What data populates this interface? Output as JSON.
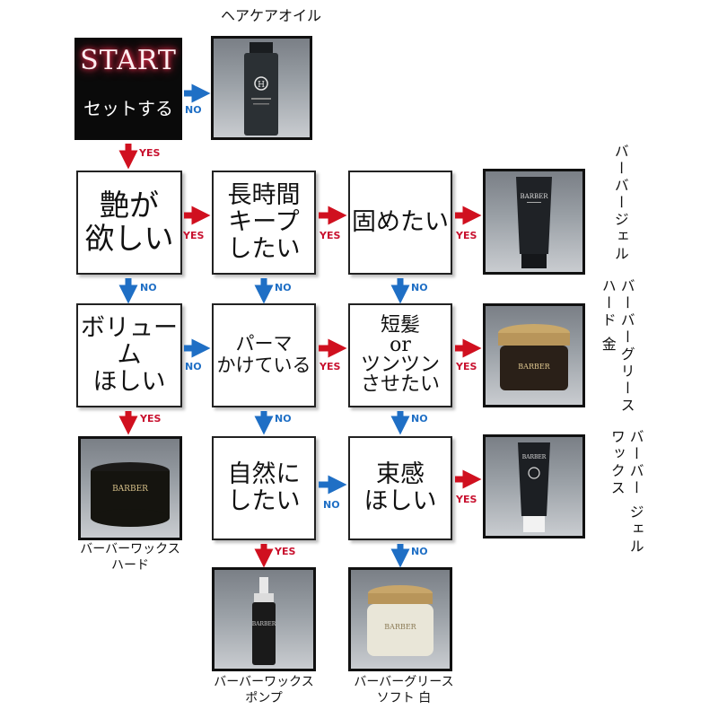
{
  "colors": {
    "yes": "#d0101f",
    "no": "#1f6fc5",
    "start_bg": "#0a0a0a"
  },
  "start": {
    "title": "START",
    "subtitle": "セットする"
  },
  "questions": {
    "q1": "艶が\n欲しい",
    "q2": "長時間\nキープ\nしたい",
    "q3": "固めたい",
    "q4": "ボリューム\nほしい",
    "q5": "パーマ\nかけている",
    "q6": "短髪\nor\nツンツン\nさせたい",
    "q7": "自然に\nしたい",
    "q8": "束感\nほしい"
  },
  "tags": {
    "yes": "YES",
    "no": "NO"
  },
  "products": {
    "hair_oil": {
      "label": "ヘアケアオイル",
      "brand": "H"
    },
    "barber_gel": {
      "label": "バーバージェル",
      "brand": "BARBER"
    },
    "barber_grease_hard": {
      "label": "バーバーグリース\nハード 金",
      "brand": "BARBER"
    },
    "barber_wax_hard": {
      "label": "バーバーワックス\nハード",
      "brand": "BARBER"
    },
    "barber_gel_wax": {
      "label": "バーバー\nジェルワックス",
      "brand": "BARBER"
    },
    "barber_wax_pump": {
      "label": "バーバーワックス\nポンプ",
      "brand": "BARBER"
    },
    "barber_grease_soft": {
      "label": "バーバーグリース\nソフト 白",
      "brand": "BARBER"
    }
  }
}
